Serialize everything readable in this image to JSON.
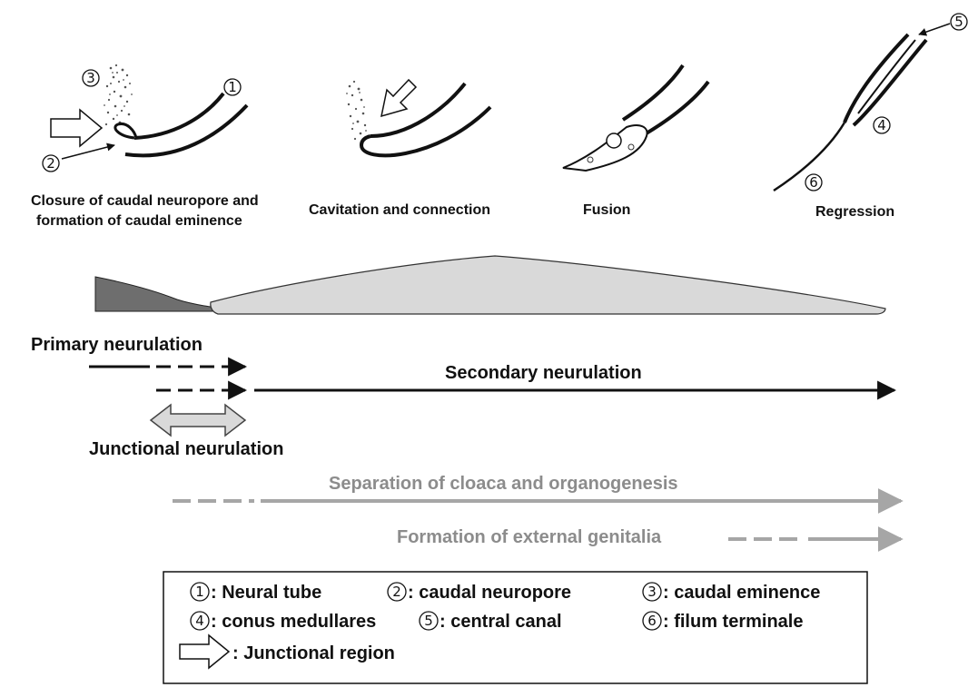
{
  "stages": [
    {
      "line1": "Closure of caudal neuropore and",
      "line2": "formation of caudal eminence"
    },
    {
      "line1": "Cavitation and connection",
      "line2": ""
    },
    {
      "line1": "Fusion",
      "line2": ""
    },
    {
      "line1": "Regression",
      "line2": ""
    }
  ],
  "markers": [
    "1",
    "2",
    "3",
    "4",
    "5",
    "6"
  ],
  "timeline": {
    "primary": "Primary neurulation",
    "secondary": "Secondary neurulation",
    "junctional": "Junctional neurulation",
    "cloaca": "Separation of cloaca and organogenesis",
    "genitalia": "Formation of external genitalia"
  },
  "legend": {
    "items": [
      {
        "num": "1",
        "label": ": Neural tube"
      },
      {
        "num": "2",
        "label": ": caudal neuropore"
      },
      {
        "num": "3",
        "label": ": caudal eminence"
      },
      {
        "num": "4",
        "label": ": conus medullares"
      },
      {
        "num": "5",
        "label": ": central canal"
      },
      {
        "num": "6",
        "label": ": filum terminale"
      }
    ],
    "arrow_label": ": Junctional region"
  },
  "colors": {
    "dark_wedge": "#6e6e6e",
    "light_wedge": "#d9d9d9",
    "gray_arrow": "#a6a6a6",
    "black": "#111111"
  }
}
